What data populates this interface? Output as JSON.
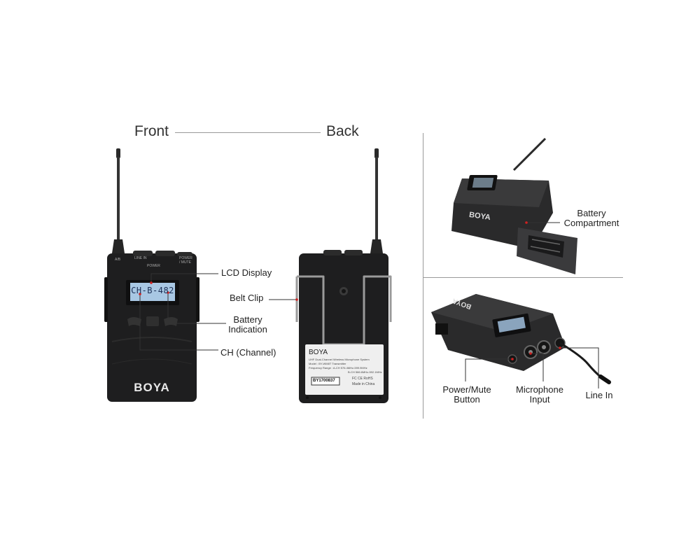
{
  "headings": {
    "front": "Front",
    "back": "Back"
  },
  "front_unit": {
    "top_labels": {
      "ab": "A/B",
      "line_in": "LINE IN",
      "power_mute": "POWER / MUTE",
      "power": "POWER"
    },
    "lcd_text": "CH-B-482",
    "brand": "BOYA"
  },
  "back_unit": {
    "brand": "BOYA",
    "label_lines": [
      "UHF Dual-Channel Wireless Microphone System",
      "Model : BY-WM8T Transmitter",
      "Frequency Range : A-CH 576.4MHz-599.9MHz",
      "B-CH 566.6MHz-592.1MHz"
    ],
    "cert_marks": "FC CE RoHS",
    "serial": "BY1700837",
    "made_in": "Made in China"
  },
  "callouts": {
    "lcd_display": "LCD Display",
    "belt_clip": "Belt Clip",
    "battery_indication_1": "Battery",
    "battery_indication_2": "Indication",
    "ch_channel": "CH (Channel)",
    "battery_compartment_1": "Battery",
    "battery_compartment_2": "Compartment",
    "power_mute_1": "Power/Mute",
    "power_mute_2": "Button",
    "microphone_input_1": "Microphone",
    "microphone_input_2": "Input",
    "line_in": "Line In"
  },
  "photo_right_top": {
    "brand": "BOYA"
  },
  "photo_right_bottom": {
    "brand": "BOYA"
  },
  "colors": {
    "device": "#1e1e1f",
    "lcd": "#a8c7e3",
    "callout_dot": "#d02020",
    "lines": "#333333"
  }
}
